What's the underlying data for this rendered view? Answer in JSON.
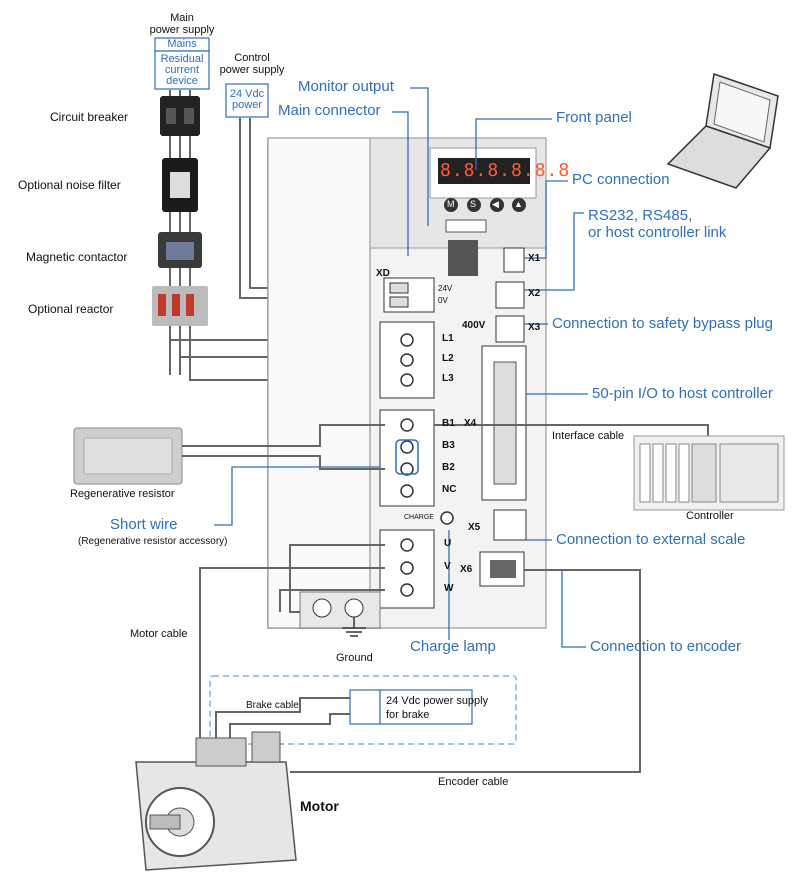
{
  "supply": {
    "title": "Main\npower supply",
    "mains": "Mains",
    "rcd": "Residual\ncurrent\ndevice",
    "control_title": "Control\npower supply",
    "vdc": "24 Vdc\npower"
  },
  "left_components": {
    "breaker": "Circuit breaker",
    "filter": "Optional noise filter",
    "contactor": "Magnetic contactor",
    "reactor": "Optional reactor",
    "regen": "Regenerative resistor"
  },
  "callouts": {
    "monitor_output": "Monitor output",
    "main_connector": "Main connector",
    "front_panel": "Front panel",
    "pc_connection": "PC connection",
    "rs_link": "RS232, RS485,\nor host controller link",
    "safety_bypass": "Connection to safety bypass plug",
    "io_50pin": "50-pin I/O to host controller",
    "external_scale": "Connection to external scale",
    "encoder_conn": "Connection to encoder",
    "charge_lamp": "Charge lamp",
    "short_wire": "Short wire",
    "short_wire_note": "(Regenerative resistor accessory)"
  },
  "drive": {
    "display": "8.8.8.8.8.8",
    "btn_m": "M",
    "btn_s": "S",
    "btn_left": "◀",
    "btn_up": "▲",
    "xd": "XD",
    "v24": "24V",
    "v0": "0V",
    "v400": "400V",
    "l1": "L1",
    "l2": "L2",
    "l3": "L3",
    "b1": "B1",
    "b3": "B3",
    "b2": "B2",
    "nc": "NC",
    "charge": "CHARGE",
    "u": "U",
    "v": "V",
    "w": "W",
    "x1": "X1",
    "x2": "X2",
    "x3": "X3",
    "x4": "X4",
    "x5": "X5",
    "x6": "X6"
  },
  "cables": {
    "interface_cable": "Interface cable",
    "controller": "Controller",
    "motor_cable": "Motor cable",
    "ground": "Ground",
    "brake_cable": "Brake cable",
    "brake_supply": "24 Vdc power supply\nfor brake",
    "encoder_cable": "Encoder cable",
    "motor": "Motor"
  },
  "colors": {
    "accent": "#2f6fb5",
    "wire": "#555555",
    "drive_body": "#f4f4f4"
  }
}
